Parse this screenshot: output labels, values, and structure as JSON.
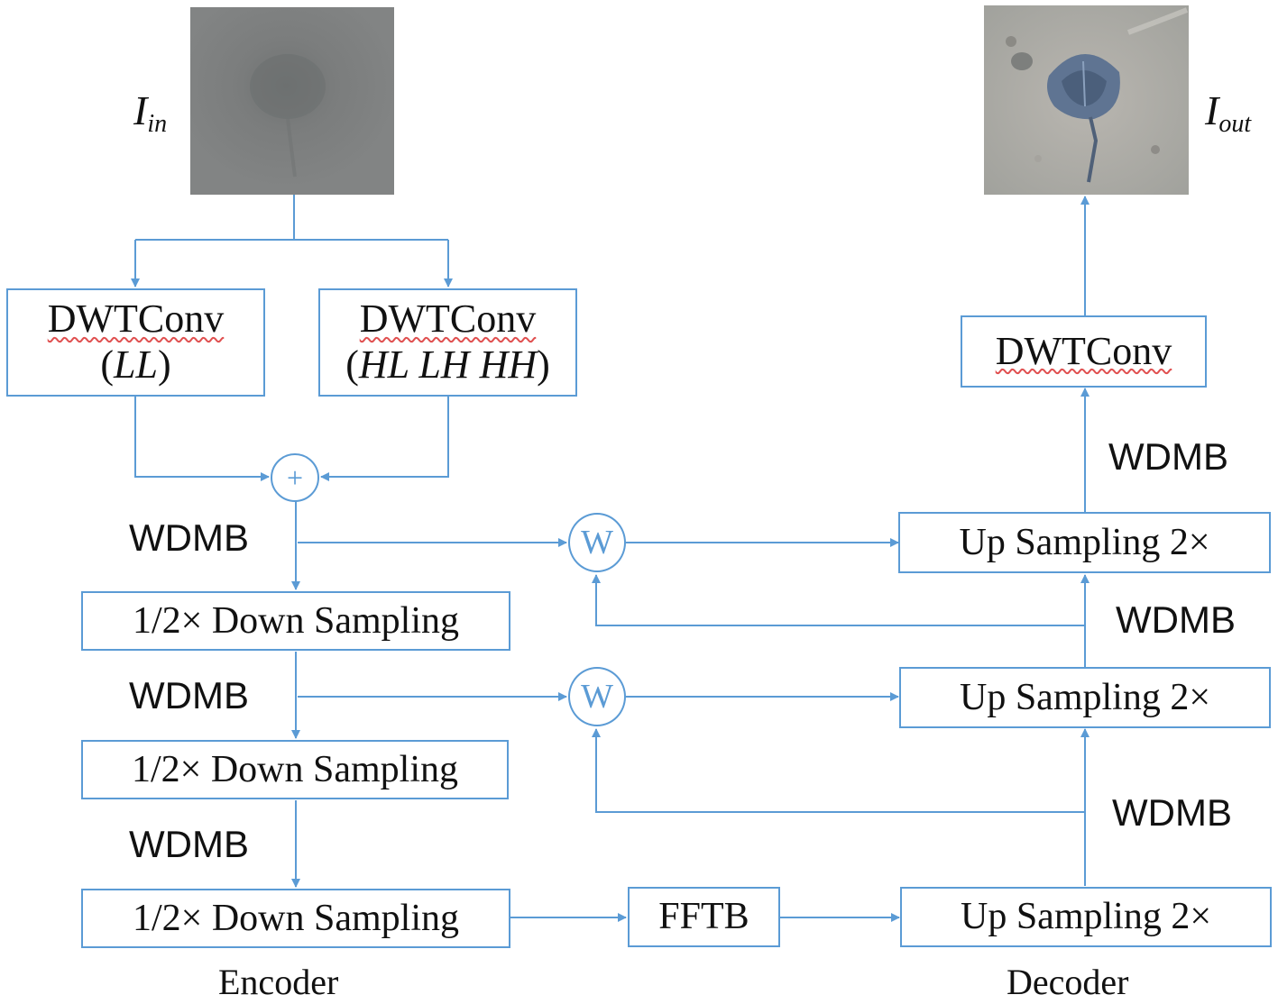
{
  "input_label": {
    "base": "I",
    "sub": "in"
  },
  "output_label": {
    "base": "I",
    "sub": "out"
  },
  "dwt_ll": {
    "title": "DWTConv",
    "band": "LL"
  },
  "dwt_high": {
    "title": "DWTConv",
    "band": "HL LH HH"
  },
  "dwt_out": {
    "title": "DWTConv"
  },
  "add_symbol": "+",
  "fusion_symbol": "W",
  "wdmb": "WDMB",
  "down_sampling": "1/2× Down Sampling",
  "up_sampling": "Up Sampling 2×",
  "fftb": "FFTB",
  "encoder": "Encoder",
  "decoder": "Decoder",
  "colors": {
    "line": "#5b9bd5",
    "text": "#111111",
    "spellcheck": "#e05050"
  }
}
